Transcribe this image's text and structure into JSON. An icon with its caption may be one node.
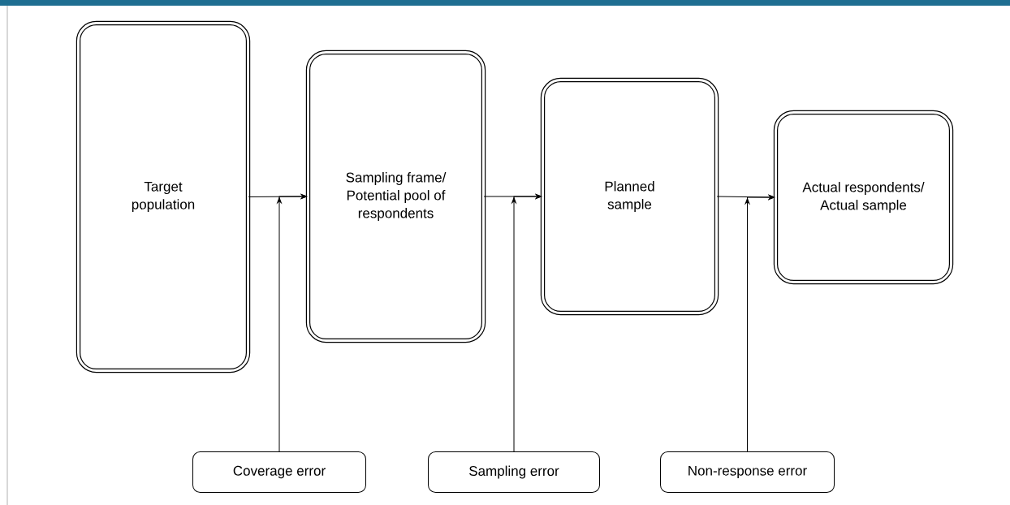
{
  "diagram": {
    "nodes": [
      {
        "text": [
          "Target population"
        ]
      },
      {
        "text": [
          "Sampling frame/ Potential pool of respondents"
        ]
      },
      {
        "text": [
          "Planned sample"
        ]
      },
      {
        "text": [
          "Actual respondents/ Actual sample"
        ]
      },
      {
        "text": [
          "Coverage error"
        ]
      },
      {
        "text": [
          "Sampling error"
        ]
      },
      {
        "text": [
          "Non-response error"
        ]
      }
    ],
    "edges": [
      {
        "from": 0,
        "to": 1,
        "arrow": "to"
      },
      {
        "from": 1,
        "to": 2,
        "arrow": "to"
      },
      {
        "from": 2,
        "to": 3,
        "arrow": "to"
      },
      {
        "from": 4,
        "to": 1,
        "arrow": "to"
      },
      {
        "from": 5,
        "to": 2,
        "arrow": "to"
      },
      {
        "from": 6,
        "to": 3,
        "arrow": "to"
      }
    ]
  }
}
